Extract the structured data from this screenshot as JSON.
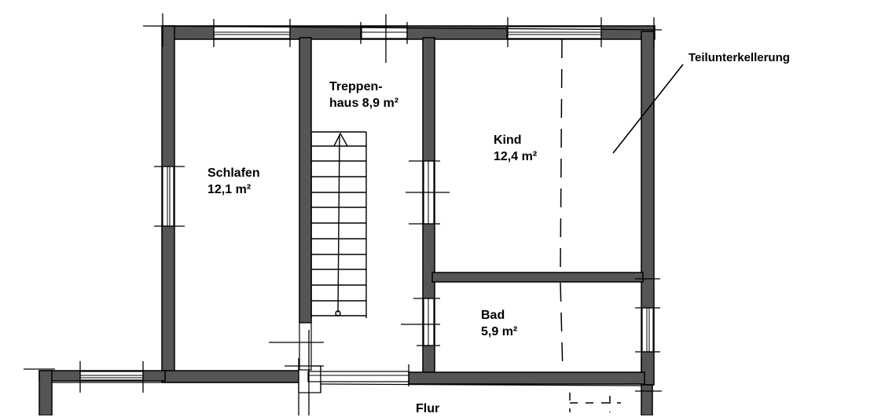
{
  "plan": {
    "wall_color": "#555555",
    "line_color": "#000000",
    "background": "#ffffff",
    "rooms": {
      "schlafen": {
        "name": "Schlafen",
        "area": "12,1 m²"
      },
      "treppenhaus": {
        "name": "Treppen-",
        "area": "haus 8,9 m²"
      },
      "kind": {
        "name": "Kind",
        "area": "12,4 m²"
      },
      "bad": {
        "name": "Bad",
        "area": "5,9 m²"
      },
      "flur": {
        "name": "Flur"
      }
    },
    "annotation": {
      "text": "Teilunterkellerung"
    }
  }
}
